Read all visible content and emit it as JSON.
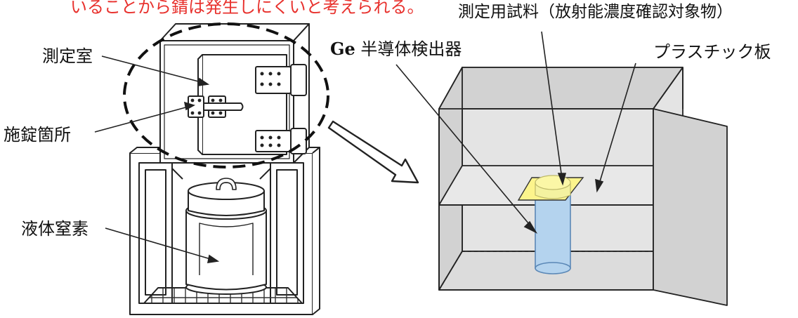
{
  "caption": "いることから錆は発生しにくいと考えられる。",
  "labels": {
    "measurement_room": "測定室",
    "lock_point": "施錠箇所",
    "liquid_nitrogen": "液体窒素",
    "ge_prefix": "Ge",
    "ge_detector": "半導体検出器",
    "sample": "測定用試料（放射能濃度確認対象物）",
    "plastic_plate": "プラスチック板"
  },
  "colors": {
    "caption": "#e8322e",
    "box_gray": "#d2d2d2",
    "box_inner": "#e4e4e4",
    "sample_fill": "#fcf48c",
    "detector_fill": "#b4d3ee"
  }
}
